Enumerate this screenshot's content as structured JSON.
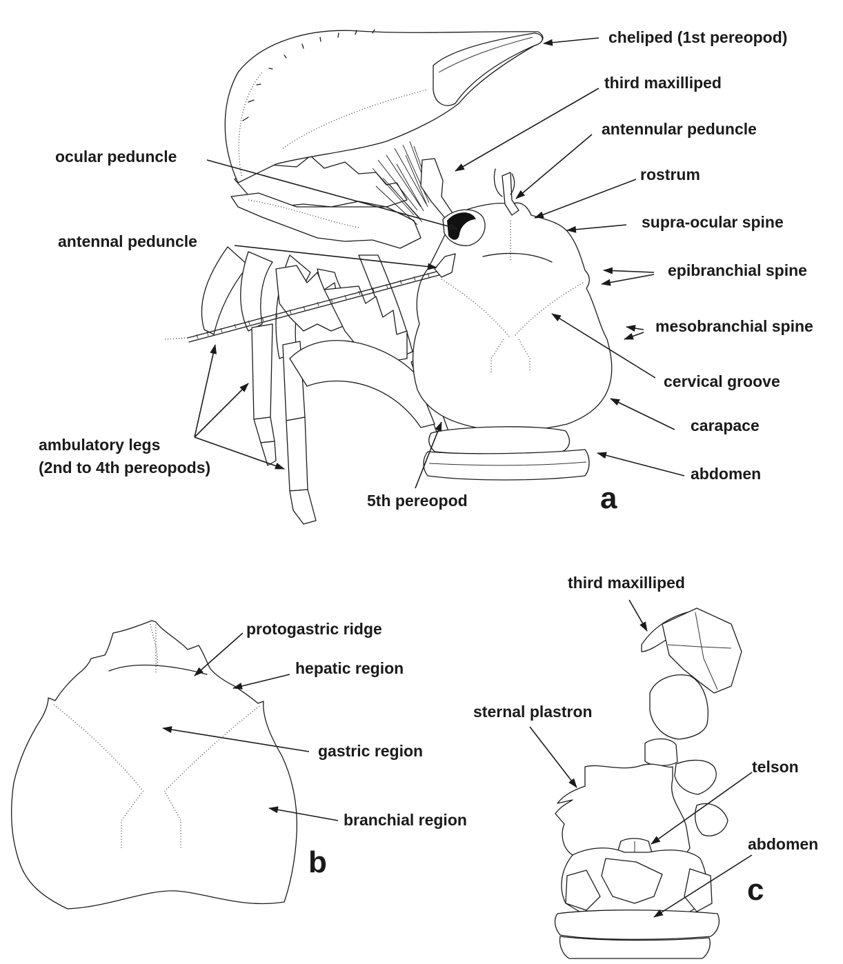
{
  "figure": {
    "panels": [
      "a",
      "b",
      "c"
    ],
    "labels_a": {
      "cheliped": "cheliped (1st pereopod)",
      "third_maxilliped": "third maxilliped",
      "antennular_peduncle": "antennular peduncle",
      "ocular_peduncle": "ocular peduncle",
      "rostrum": "rostrum",
      "supra_ocular_spine": "supra-ocular spine",
      "antennal_peduncle": "antennal peduncle",
      "epibranchial_spine": "epibranchial spine",
      "mesobranchial_spine": "mesobranchial spine",
      "cervical_groove": "cervical groove",
      "carapace": "carapace",
      "ambulatory_legs_1": "ambulatory legs",
      "ambulatory_legs_2": "(2nd to 4th pereopods)",
      "abdomen": "abdomen",
      "fifth_pereopod": "5th pereopod"
    },
    "labels_b": {
      "protogastric_ridge": "protogastric ridge",
      "hepatic_region": "hepatic region",
      "gastric_region": "gastric region",
      "branchial_region": "branchial region"
    },
    "labels_c": {
      "third_maxilliped": "third maxilliped",
      "sternal_plastron": "sternal plastron",
      "telson": "telson",
      "abdomen": "abdomen"
    }
  }
}
